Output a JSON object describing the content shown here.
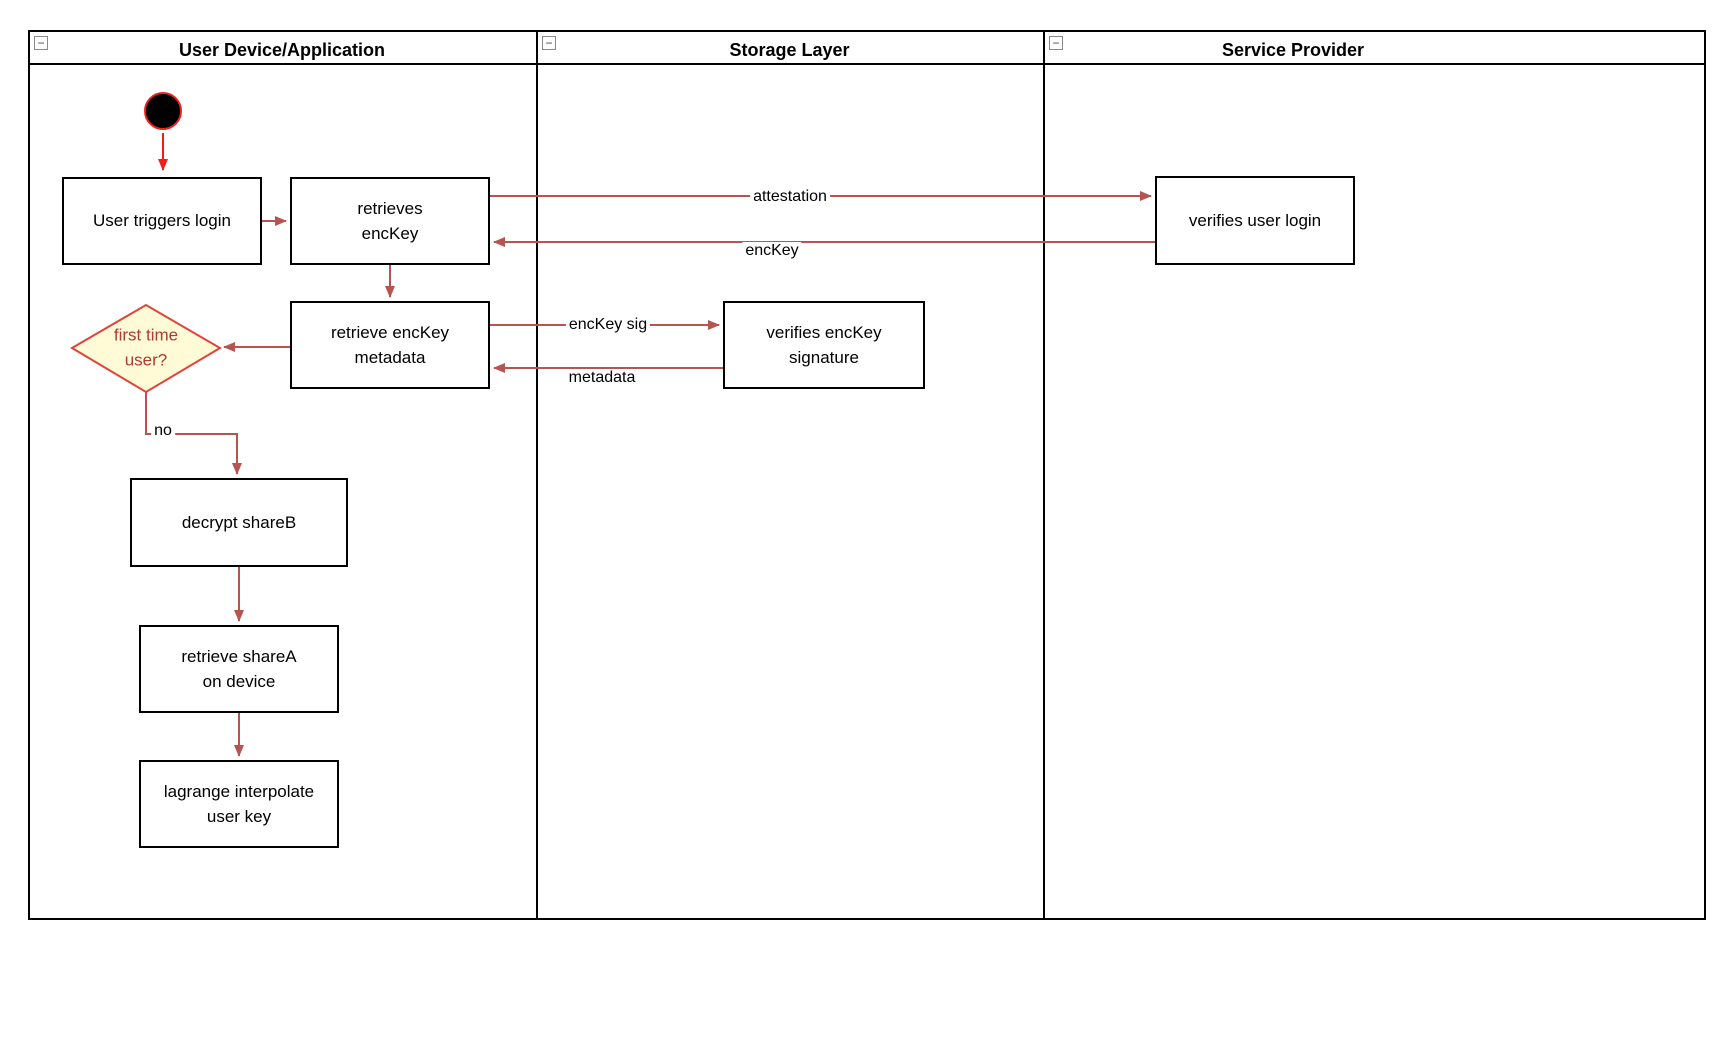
{
  "diagram": {
    "lanes": [
      {
        "title": "User Device/Application"
      },
      {
        "title": "Storage Layer"
      },
      {
        "title": "Service Provider"
      }
    ],
    "nodes": {
      "user_triggers_login": {
        "label": "User triggers login"
      },
      "retrieves_enckey": {
        "label": "retrieves\nencKey"
      },
      "verifies_user_login": {
        "label": "verifies user login"
      },
      "retrieve_enckey_metadata": {
        "label": "retrieve encKey\nmetadata"
      },
      "verifies_enckey_signature": {
        "label": "verifies encKey\nsignature"
      },
      "first_time_user": {
        "label": "first time\nuser?"
      },
      "decrypt_shareb": {
        "label": "decrypt shareB"
      },
      "retrieve_sharea": {
        "label": "retrieve shareA\non device"
      },
      "lagrange_interpolate": {
        "label": "lagrange interpolate\nuser key"
      }
    },
    "edge_labels": {
      "attestation": "attestation",
      "enckey": "encKey",
      "enckey_sig": "encKey sig",
      "metadata": "metadata",
      "no": "no"
    },
    "collapse_glyph": "−",
    "colors": {
      "flow_arrow": "#b85450",
      "start_arrow": "#f01f1c",
      "decision_fill": "#fffbd6",
      "decision_border": "#e0443c",
      "decision_text": "#b03a34",
      "node_border": "#000000",
      "lane_border": "#000000"
    }
  }
}
